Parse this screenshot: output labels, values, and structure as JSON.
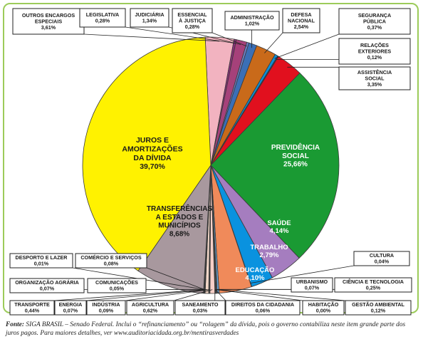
{
  "chart_data": {
    "type": "pie",
    "slices": [
      {
        "label": "OUTROS ENCARGOS ESPECIAIS",
        "value": 3.61,
        "display": "3,61%",
        "color": "#f2b3c0"
      },
      {
        "label": "LEGISLATIVA",
        "value": 0.28,
        "display": "0,28%",
        "color": "#8b2f7a"
      },
      {
        "label": "JUDICIÁRIA",
        "value": 1.34,
        "display": "1,34%",
        "color": "#a6417a"
      },
      {
        "label": "ESSENCIAL À JUSTIÇA",
        "value": 0.28,
        "display": "0,28%",
        "color": "#6b7fc6"
      },
      {
        "label": "ADMINISTRAÇÃO",
        "value": 1.02,
        "display": "1,02%",
        "color": "#3b6fb6"
      },
      {
        "label": "DEFESA NACIONAL",
        "value": 2.54,
        "display": "2,54%",
        "color": "#c96a1a"
      },
      {
        "label": "SEGURANÇA PÚBLICA",
        "value": 0.37,
        "display": "0,37%",
        "color": "#0a8fd8"
      },
      {
        "label": "RELAÇÕES EXTERIORES",
        "value": 0.12,
        "display": "0,12%",
        "color": "#2a2a6a"
      },
      {
        "label": "ASSISTÊNCIA SOCIAL",
        "value": 3.35,
        "display": "3,35%",
        "color": "#e1101e"
      },
      {
        "label": "PREVIDÊNCIA SOCIAL",
        "value": 25.66,
        "display": "25,66%",
        "color": "#1a9a33"
      },
      {
        "label": "SAÚDE",
        "value": 4.14,
        "display": "4,14%",
        "color": "#a57dbf"
      },
      {
        "label": "TRABALHO",
        "value": 2.79,
        "display": "2,79%",
        "color": "#0a92df"
      },
      {
        "label": "CULTURA",
        "value": 0.04,
        "display": "0,04%",
        "color": "#444444"
      },
      {
        "label": "EDUCAÇÃO",
        "value": 4.1,
        "display": "4,10%",
        "color": "#f08a5a"
      },
      {
        "label": "CIÊNCIA E TECNOLOGIA",
        "value": 0.25,
        "display": "0,25%",
        "color": "#6aa6d8"
      },
      {
        "label": "URBANISMO",
        "value": 0.07,
        "display": "0,07%",
        "color": "#555555"
      },
      {
        "label": "GESTÃO AMBIENTAL",
        "value": 0.12,
        "display": "0,12%",
        "color": "#7a7a7a"
      },
      {
        "label": "HABITAÇÃO",
        "value": 0.0,
        "display": "0,00%",
        "color": "#333333"
      },
      {
        "label": "DIREITOS DA CIDADANIA",
        "value": 0.06,
        "display": "0,06%",
        "color": "#222222"
      },
      {
        "label": "SANEAMENTO",
        "value": 0.03,
        "display": "0,03%",
        "color": "#333333"
      },
      {
        "label": "AGRICULTURA",
        "value": 0.62,
        "display": "0,62%",
        "color": "#f7d0c8"
      },
      {
        "label": "INDÚSTRIA",
        "value": 0.09,
        "display": "0,09%",
        "color": "#c8b2a0"
      },
      {
        "label": "ENERGIA",
        "value": 0.07,
        "display": "0,07%",
        "color": "#a0c8e8"
      },
      {
        "label": "TRANSPORTE",
        "value": 0.44,
        "display": "0,44%",
        "color": "#f2d7c8"
      },
      {
        "label": "COMUNICAÇÕES",
        "value": 0.05,
        "display": "0,05%",
        "color": "#777777"
      },
      {
        "label": "ORGANIZAÇÃO AGRÁRIA",
        "value": 0.07,
        "display": "0,07%",
        "color": "#8c8c8c"
      },
      {
        "label": "COMÉRCIO E SERVIÇOS",
        "value": 0.08,
        "display": "0,08%",
        "color": "#9a9a9a"
      },
      {
        "label": "DESPORTO E LAZER",
        "value": 0.01,
        "display": "0,01%",
        "color": "#bbbbbb"
      },
      {
        "label": "TRANSFERÊNCIAS A ESTADOS E MUNICÍPIOS",
        "value": 8.68,
        "display": "8,68%",
        "color": "#a8989e"
      },
      {
        "label": "JUROS E AMORTIZAÇÕES DA DÍVIDA",
        "value": 39.7,
        "display": "39,70%",
        "color": "#fff200"
      }
    ]
  },
  "callouts": [
    {
      "slice": "OUTROS ENCARGOS ESPECIAIS",
      "lines": [
        "OUTROS ENCARGOS",
        "ESPECIAIS"
      ]
    },
    {
      "slice": "LEGISLATIVA",
      "lines": [
        "LEGISLATIVA"
      ]
    },
    {
      "slice": "JUDICIÁRIA",
      "lines": [
        "JUDICIÁRIA"
      ]
    },
    {
      "slice": "ESSENCIAL À JUSTIÇA",
      "lines": [
        "ESSENCIAL",
        "À JUSTIÇA"
      ]
    },
    {
      "slice": "ADMINISTRAÇÃO",
      "lines": [
        "ADMINISTRAÇÃO"
      ]
    },
    {
      "slice": "DEFESA NACIONAL",
      "lines": [
        "DEFESA",
        "NACIONAL"
      ]
    },
    {
      "slice": "SEGURANÇA PÚBLICA",
      "lines": [
        "SEGURANÇA",
        "PÚBLICA"
      ]
    },
    {
      "slice": "RELAÇÕES EXTERIORES",
      "lines": [
        "RELAÇÕES",
        "EXTERIORES"
      ]
    },
    {
      "slice": "ASSISTÊNCIA SOCIAL",
      "lines": [
        "ASSISTÊNCIA",
        "SOCIAL"
      ]
    },
    {
      "slice": "CULTURA",
      "lines": [
        "CULTURA"
      ]
    },
    {
      "slice": "CIÊNCIA E TECNOLOGIA",
      "lines": [
        "CIÊNCIA E TECNOLOGIA"
      ]
    },
    {
      "slice": "URBANISMO",
      "lines": [
        "URBANISMO"
      ]
    },
    {
      "slice": "GESTÃO AMBIENTAL",
      "lines": [
        "GESTÃO AMBIENTAL"
      ]
    },
    {
      "slice": "HABITAÇÃO",
      "lines": [
        "HABITAÇÃO"
      ]
    },
    {
      "slice": "DIREITOS DA CIDADANIA",
      "lines": [
        "DIREITOS DA CIDADANIA"
      ]
    },
    {
      "slice": "SANEAMENTO",
      "lines": [
        "SANEAMENTO"
      ]
    },
    {
      "slice": "AGRICULTURA",
      "lines": [
        "AGRICULTURA"
      ]
    },
    {
      "slice": "INDÚSTRIA",
      "lines": [
        "INDÚSTRIA"
      ]
    },
    {
      "slice": "ENERGIA",
      "lines": [
        "ENERGIA"
      ]
    },
    {
      "slice": "TRANSPORTE",
      "lines": [
        "TRANSPORTE"
      ]
    },
    {
      "slice": "COMUNICAÇÕES",
      "lines": [
        "COMUNICAÇÕES"
      ]
    },
    {
      "slice": "ORGANIZAÇÃO AGRÁRIA",
      "lines": [
        "ORGANIZAÇÃO AGRÁRIA"
      ]
    },
    {
      "slice": "COMÉRCIO E SERVIÇOS",
      "lines": [
        "COMÉRCIO E SERVIÇOS"
      ]
    },
    {
      "slice": "DESPORTO E LAZER",
      "lines": [
        "DESPORTO E LAZER"
      ]
    }
  ],
  "inside_labels": [
    {
      "slice": "JUROS E AMORTIZAÇÕES DA DÍVIDA",
      "lines": [
        "JUROS E",
        "AMORTIZAÇÕES",
        "DA DÍVIDA"
      ],
      "color": "#1a1a1a"
    },
    {
      "slice": "PREVIDÊNCIA SOCIAL",
      "lines": [
        "PREVIDÊNCIA",
        "SOCIAL"
      ],
      "color": "#ffffff"
    },
    {
      "slice": "TRANSFERÊNCIAS A ESTADOS E MUNICÍPIOS",
      "lines": [
        "TRANSFERÊNCIAS",
        "A ESTADOS E",
        "MUNICÍPIOS"
      ],
      "color": "#1a1a1a"
    },
    {
      "slice": "SAÚDE",
      "lines": [
        "SAÚDE"
      ],
      "color": "#ffffff"
    },
    {
      "slice": "TRABALHO",
      "lines": [
        "TRABALHO"
      ],
      "color": "#ffffff"
    },
    {
      "slice": "EDUCAÇÃO",
      "lines": [
        "EDUCAÇÃO"
      ],
      "color": "#ffffff"
    }
  ],
  "source": {
    "prefix": "Fonte:",
    "text": " SIGA BRASIL – Senado Federal. Inclui o “refinanciamento” ou “rolagem” da dívida, pois o governo contabiliza neste item grande parte dos juros pagos. Para maiores detalhes, ver www.auditoriacidada.org.br/mentirasverdades"
  }
}
